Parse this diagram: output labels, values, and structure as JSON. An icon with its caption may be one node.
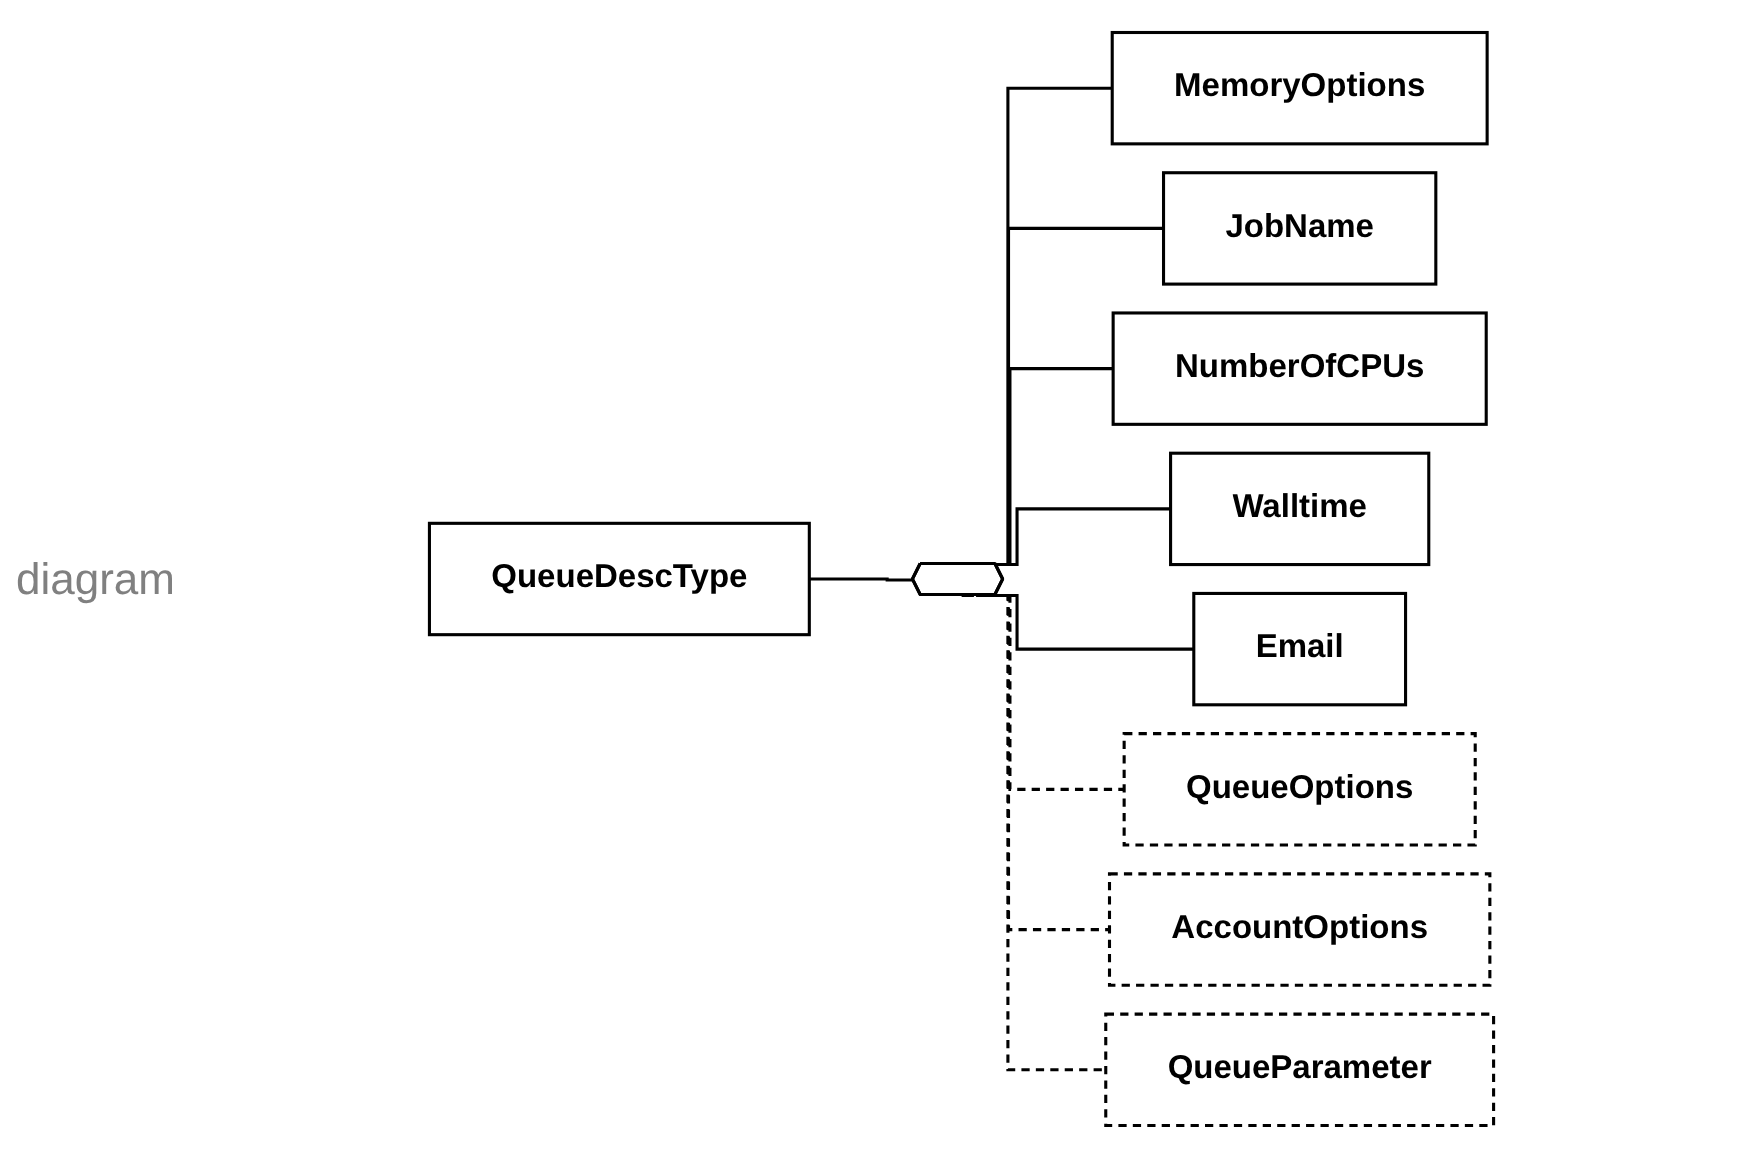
{
  "diagram": {
    "nodes": [
      {
        "text": [
          "QueueDescType"
        ]
      },
      {
        "text": [],
        "shape": "hexagon"
      },
      {
        "text": [
          "MemoryOptions"
        ]
      },
      {
        "text": [
          "JobName"
        ]
      },
      {
        "text": [
          "NumberOfCPUs"
        ]
      },
      {
        "text": [
          "Walltime"
        ]
      },
      {
        "text": [
          "Email"
        ]
      },
      {
        "text": [
          "QueueOptions"
        ]
      },
      {
        "text": [
          "AccountOptions"
        ]
      },
      {
        "text": [
          "QueueParameter"
        ]
      }
    ],
    "edges": [
      {
        "from": 0,
        "to": 1,
        "arrow": "none"
      },
      {
        "from": 1,
        "to": 2,
        "arrow": "none"
      },
      {
        "from": 1,
        "to": 3,
        "arrow": "none"
      },
      {
        "from": 1,
        "to": 4,
        "arrow": "none"
      },
      {
        "from": 1,
        "to": 5,
        "arrow": "none"
      },
      {
        "from": 1,
        "to": 6,
        "arrow": "none"
      },
      {
        "from": 1,
        "to": 7,
        "arrow": "none",
        "style": "dashed"
      },
      {
        "from": 1,
        "to": 8,
        "arrow": "none",
        "style": "dashed"
      },
      {
        "from": 1,
        "to": 9,
        "arrow": "none",
        "style": "dashed"
      }
    ],
    "labels": [
      "diagram"
    ]
  }
}
